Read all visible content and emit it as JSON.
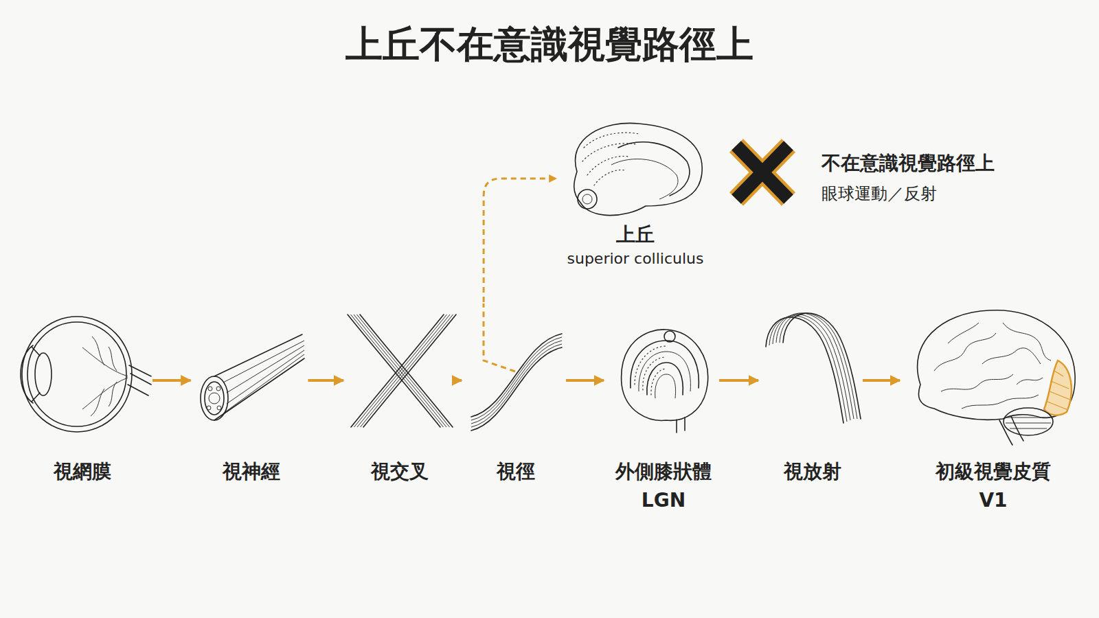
{
  "diagram": {
    "title": "上丘不在意識視覺路徑上",
    "nodes": [
      {
        "text": [
          "視網膜"
        ]
      },
      {
        "text": [
          "視神經"
        ]
      },
      {
        "text": [
          "視交叉"
        ]
      },
      {
        "text": [
          "視徑"
        ]
      },
      {
        "text": [
          "外側膝狀體",
          "LGN"
        ]
      },
      {
        "text": [
          "視放射"
        ]
      },
      {
        "text": [
          "初級視覺皮質",
          "V1"
        ]
      },
      {
        "text": [
          "上丘",
          "superior colliculus"
        ]
      }
    ],
    "edges": [
      {
        "from": 0,
        "to": 1,
        "arrow": "to"
      },
      {
        "from": 1,
        "to": 2,
        "arrow": "to"
      },
      {
        "from": 2,
        "to": 3,
        "arrow": "to"
      },
      {
        "from": 3,
        "to": 4,
        "arrow": "to"
      },
      {
        "from": 4,
        "to": 5,
        "arrow": "to"
      },
      {
        "from": 5,
        "to": 6,
        "arrow": "to"
      },
      {
        "from": 3,
        "to": 7,
        "arrow": "to"
      }
    ],
    "labels": [
      "不在意識視覺路徑上",
      "眼球運動／反射"
    ]
  }
}
